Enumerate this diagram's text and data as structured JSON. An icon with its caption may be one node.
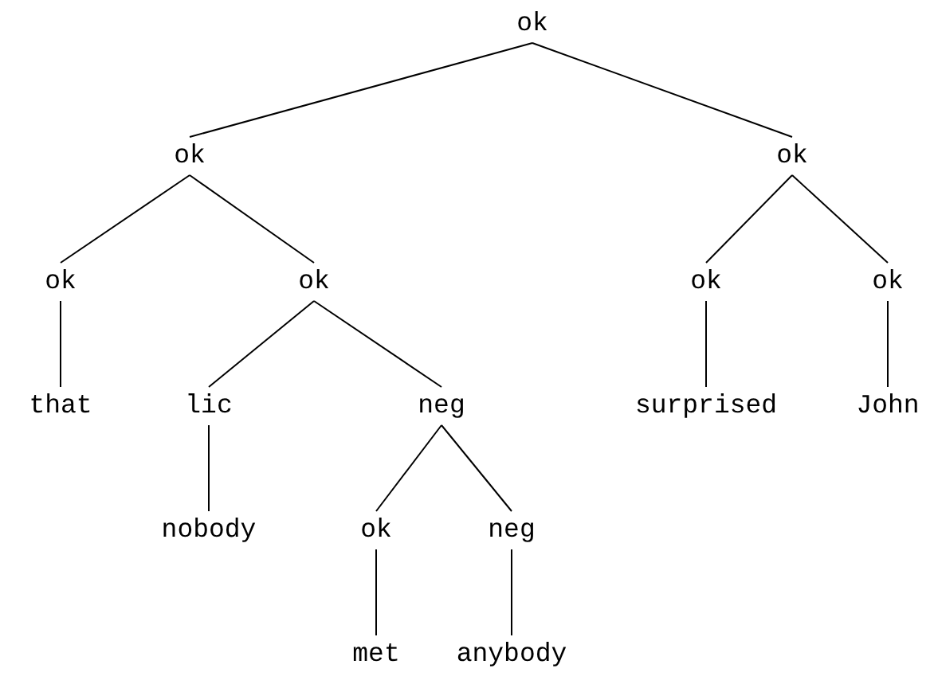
{
  "diagram": {
    "nodes": [
      {
        "text": [
          "ok"
        ]
      },
      {
        "text": [
          "ok"
        ]
      },
      {
        "text": [
          "ok"
        ]
      },
      {
        "text": [
          "ok"
        ]
      },
      {
        "text": [
          "ok"
        ]
      },
      {
        "text": [
          "ok"
        ]
      },
      {
        "text": [
          "ok"
        ]
      },
      {
        "text": [
          "that"
        ]
      },
      {
        "text": [
          "lic"
        ]
      },
      {
        "text": [
          "neg"
        ]
      },
      {
        "text": [
          "surprised"
        ]
      },
      {
        "text": [
          "John"
        ]
      },
      {
        "text": [
          "nobody"
        ]
      },
      {
        "text": [
          "ok"
        ]
      },
      {
        "text": [
          "neg"
        ]
      },
      {
        "text": [
          "met"
        ]
      },
      {
        "text": [
          "anybody"
        ]
      }
    ],
    "edges": [
      {
        "from": 0,
        "to": 1,
        "arrow": "none"
      },
      {
        "from": 0,
        "to": 2,
        "arrow": "none"
      },
      {
        "from": 1,
        "to": 3,
        "arrow": "none"
      },
      {
        "from": 1,
        "to": 4,
        "arrow": "none"
      },
      {
        "from": 2,
        "to": 5,
        "arrow": "none"
      },
      {
        "from": 2,
        "to": 6,
        "arrow": "none"
      },
      {
        "from": 3,
        "to": 7,
        "arrow": "none"
      },
      {
        "from": 4,
        "to": 8,
        "arrow": "none"
      },
      {
        "from": 4,
        "to": 9,
        "arrow": "none"
      },
      {
        "from": 5,
        "to": 10,
        "arrow": "none"
      },
      {
        "from": 6,
        "to": 11,
        "arrow": "none"
      },
      {
        "from": 8,
        "to": 12,
        "arrow": "none"
      },
      {
        "from": 9,
        "to": 13,
        "arrow": "none"
      },
      {
        "from": 9,
        "to": 14,
        "arrow": "none"
      },
      {
        "from": 13,
        "to": 15,
        "arrow": "none"
      },
      {
        "from": 14,
        "to": 16,
        "arrow": "none"
      }
    ]
  }
}
